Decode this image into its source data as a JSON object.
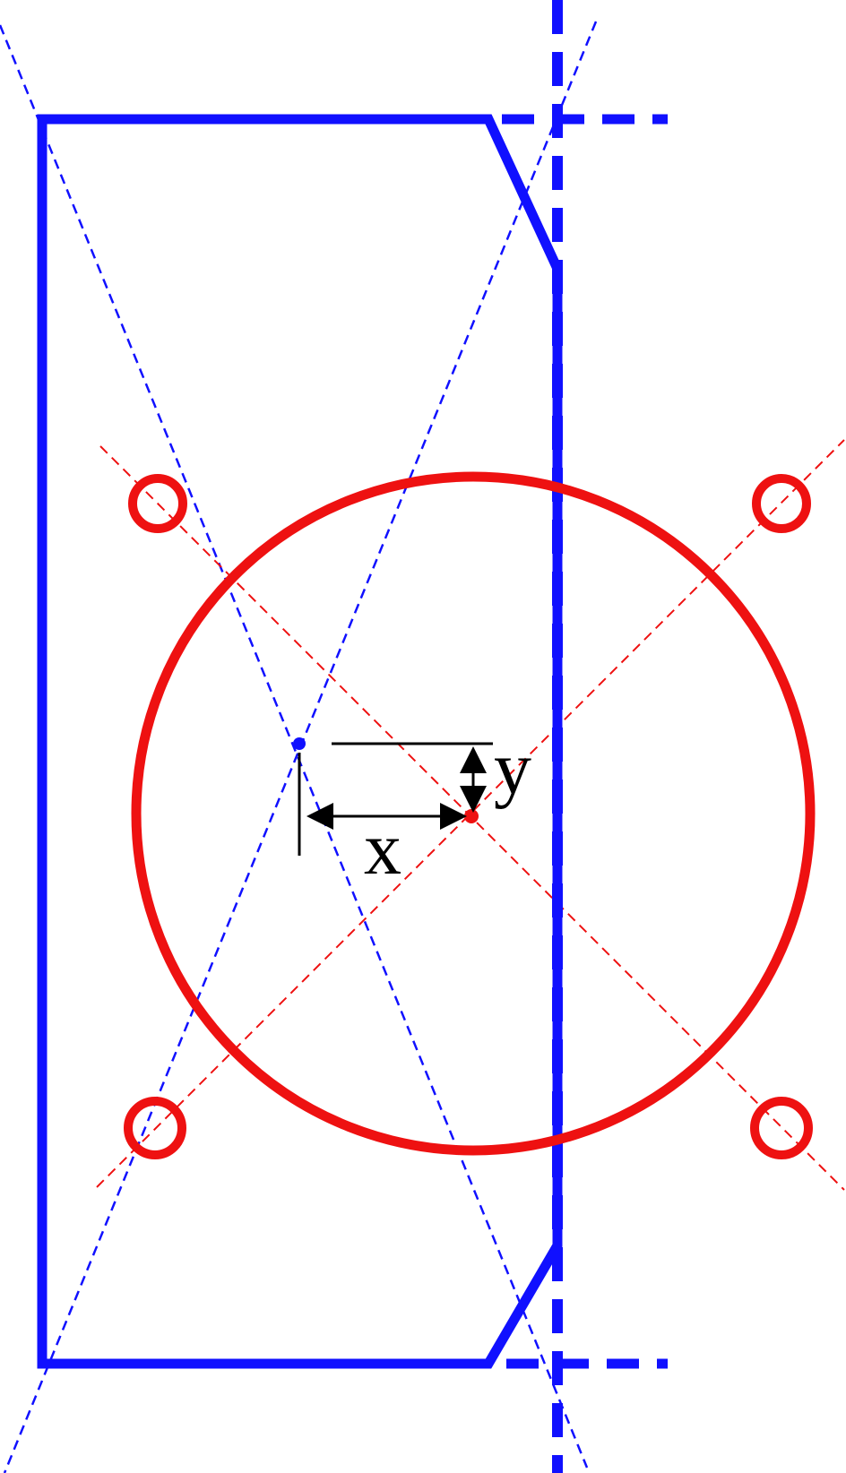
{
  "labels": {
    "x": "x",
    "y": "y"
  },
  "colors": {
    "housing": "#1010ff",
    "fan": "#ee1111",
    "dimension": "#000000",
    "background": "#ffffff"
  },
  "icons": {
    "arrowhead": "filled-triangle"
  }
}
